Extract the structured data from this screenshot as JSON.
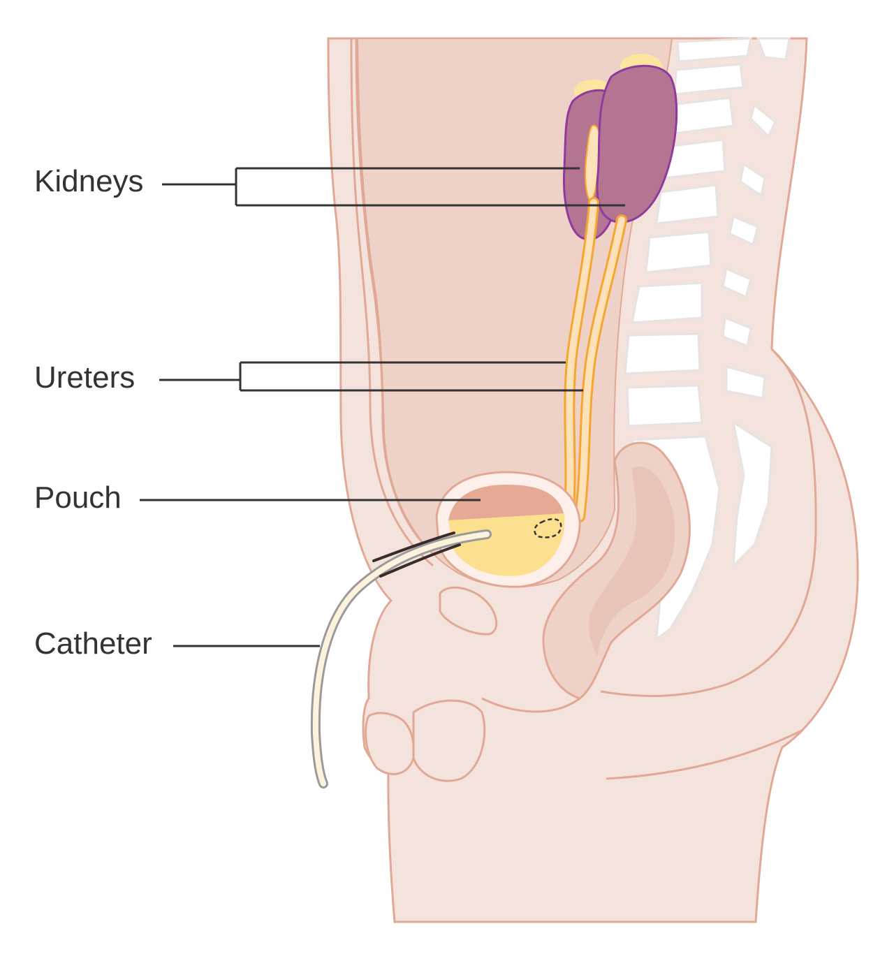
{
  "labels": {
    "kidneys": "Kidneys",
    "ureters": "Ureters",
    "pouch": "Pouch",
    "catheter": "Catheter"
  },
  "colors": {
    "skin_fill": "#f4e3dd",
    "skin_outline": "#e2a896",
    "abdomen_fill": "#eed2c7",
    "kidney_fill": "#b47593",
    "kidney_outline": "#8f3a9c",
    "fat_yellow": "#fde5a0",
    "ureter_outline": "#f7a531",
    "ureter_fill": "#fde2b9",
    "pouch_tissue": "#e6a996",
    "urine_yellow": "#fde08f",
    "catheter_fill": "#fdf3dc",
    "catheter_outline": "#9a9a9a",
    "bone_white": "#ffffff",
    "bone_outline": "#e8e3e3",
    "leader_line": "#333333"
  }
}
